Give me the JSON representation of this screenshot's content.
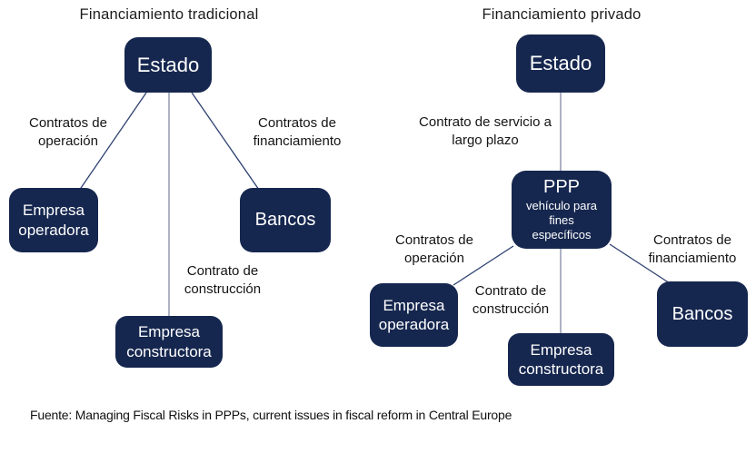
{
  "colors": {
    "box-fill": "#16274F",
    "box-text": "#FFFFFF",
    "line-diagonal": "#2D4070",
    "line-vertical": "#8A92AC"
  },
  "panels": {
    "traditional": {
      "title": "Financiamiento tradicional",
      "estado": "Estado",
      "operadora": "Empresa operadora",
      "bancos": "Bancos",
      "constructora": "Empresa constructora",
      "label_operacion": "Contratos de operación",
      "label_financiamiento": "Contratos de financiamiento",
      "label_construccion": "Contrato de construcción"
    },
    "private": {
      "title": "Financiamiento privado",
      "estado": "Estado",
      "ppp_title": "PPP",
      "ppp_subtitle": "vehículo para fines específicos",
      "operadora": "Empresa operadora",
      "bancos": "Bancos",
      "constructora": "Empresa constructora",
      "label_servicio": "Contrato de servicio a largo plazo",
      "label_operacion": "Contratos de operación",
      "label_financiamiento": "Contratos de financiamiento",
      "label_construccion": "Contrato de construcción"
    }
  },
  "footer": "Fuente: Managing Fiscal Risks in PPPs, current issues in fiscal reform in Central Europe"
}
